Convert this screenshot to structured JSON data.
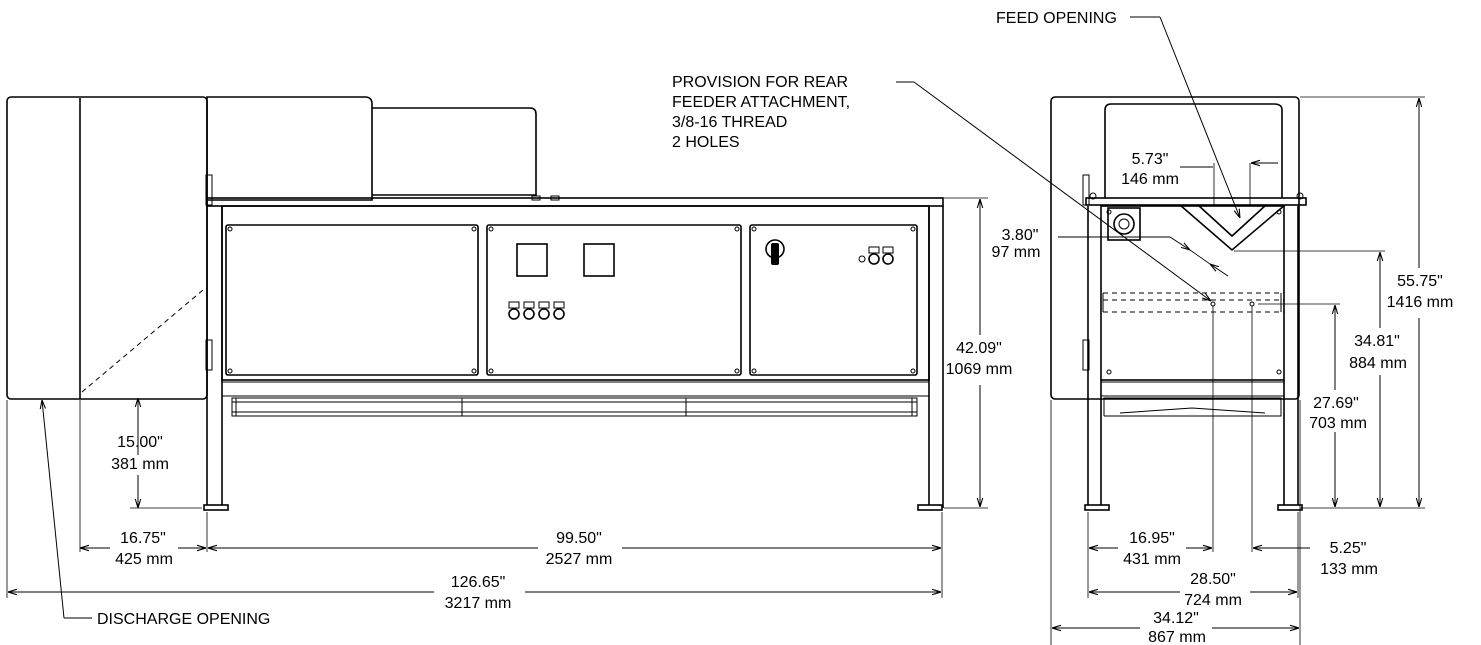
{
  "callouts": {
    "feed_opening": "FEED OPENING",
    "rear_feeder_line1": "PROVISION FOR REAR",
    "rear_feeder_line2": "FEEDER ATTACHMENT,",
    "rear_feeder_line3": "3/8-16 THREAD",
    "rear_feeder_line4": "2 HOLES",
    "discharge_opening": "DISCHARGE OPENING"
  },
  "side_view": {
    "dim_discharge_height": {
      "in": "15.00\"",
      "mm": "381 mm"
    },
    "dim_discharge_offset": {
      "in": "16.75\"",
      "mm": "425 mm"
    },
    "dim_frame_length": {
      "in": "99.50\"",
      "mm": "2527 mm"
    },
    "dim_overall_length": {
      "in": "126.65\"",
      "mm": "3217 mm"
    },
    "dim_frame_height": {
      "in": "42.09\"",
      "mm": "1069 mm"
    }
  },
  "end_view": {
    "dim_feed_width": {
      "in": "5.73\"",
      "mm": "146 mm"
    },
    "dim_feed_depth": {
      "in": "3.80\"",
      "mm": "97 mm"
    },
    "dim_overall_height": {
      "in": "55.75\"",
      "mm": "1416 mm"
    },
    "dim_feed_height": {
      "in": "34.81\"",
      "mm": "884 mm"
    },
    "dim_hole_height": {
      "in": "27.69\"",
      "mm": "703 mm"
    },
    "dim_hole_left": {
      "in": "16.95\"",
      "mm": "431 mm"
    },
    "dim_hole_right": {
      "in": "5.25\"",
      "mm": "133 mm"
    },
    "dim_frame_width": {
      "in": "28.50\"",
      "mm": "724 mm"
    },
    "dim_overall_width": {
      "in": "34.12\"",
      "mm": "867 mm"
    }
  }
}
